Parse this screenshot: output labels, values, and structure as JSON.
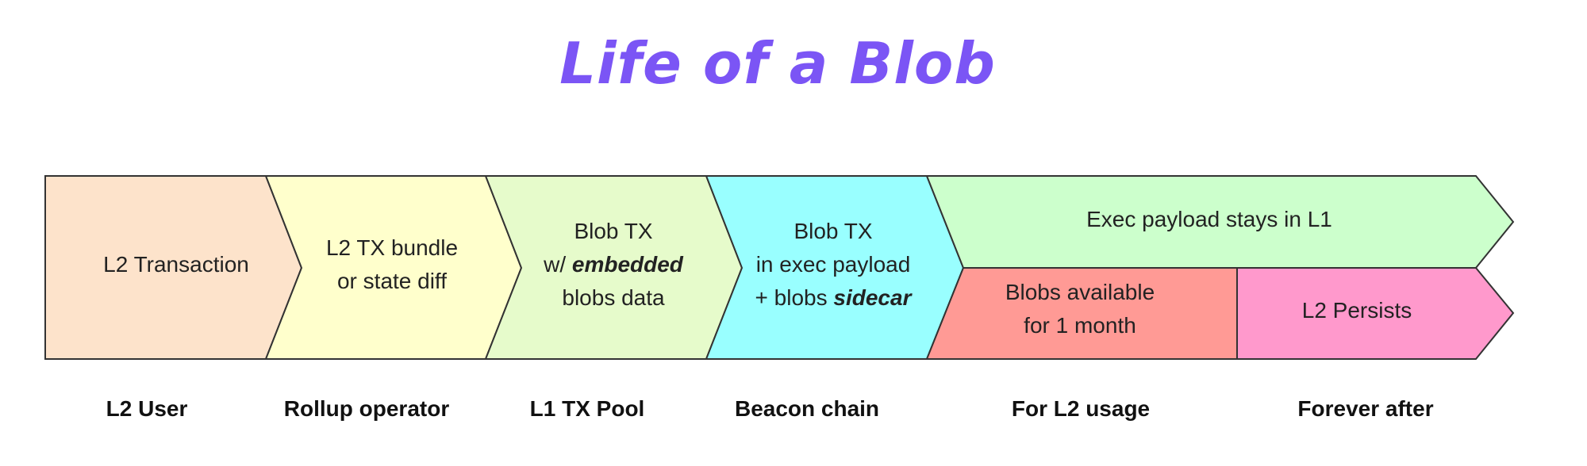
{
  "title": "Life of a Blob",
  "colors": {
    "title": "#7b55f5",
    "l2_transaction": "#fde3cb",
    "bundle": "#ffffcc",
    "blob_tx": "#e6fbcb",
    "beacon": "#99ffff",
    "exec_payload": "#ccffcc",
    "blobs_available": "#ff9a95",
    "l2_persists": "#ff99cc"
  },
  "stages": [
    {
      "lines": [
        "L2 Transaction"
      ]
    },
    {
      "lines": [
        "L2 TX bundle",
        "or state diff"
      ]
    },
    {
      "line1": "Blob TX",
      "line2_prefix": "w/ ",
      "line2_emph": "embedded",
      "line3": "blobs data"
    },
    {
      "line1": "Blob TX",
      "line2": "in exec payload",
      "line3_prefix": "+ blobs ",
      "line3_emph": "sidecar"
    },
    {
      "lines": [
        "Exec payload stays in L1"
      ]
    },
    {
      "lines": [
        "Blobs available",
        "for 1 month"
      ]
    },
    {
      "lines": [
        "L2 Persists"
      ]
    }
  ],
  "actors": [
    "L2 User",
    "Rollup operator",
    "L1 TX Pool",
    "Beacon chain",
    "For L2 usage",
    "Forever after"
  ]
}
